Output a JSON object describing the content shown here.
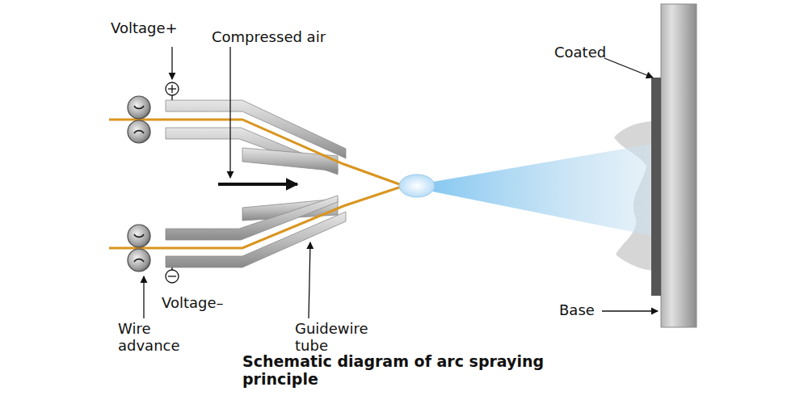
{
  "diagram": {
    "caption": "Schematic diagram of arc spraying principle",
    "labels": [
      "Voltage+",
      "Compressed air",
      "Coated",
      "Voltage–",
      "Wire advance",
      "Guidewire tube",
      "Base"
    ]
  }
}
